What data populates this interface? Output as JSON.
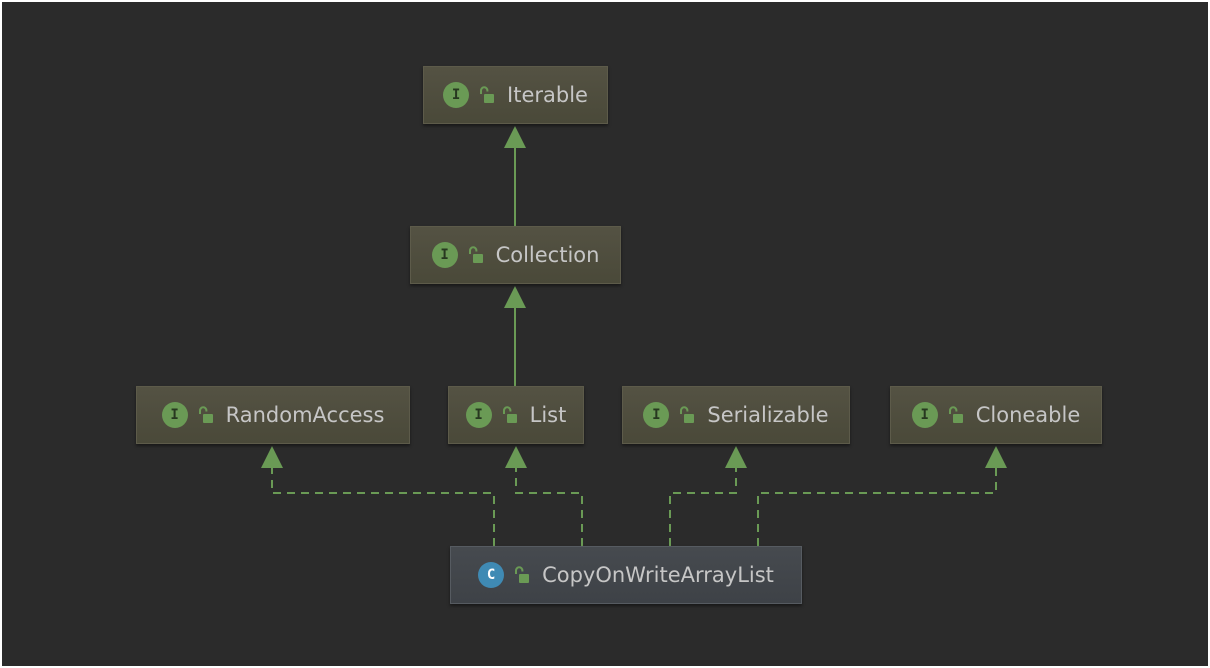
{
  "diagram": {
    "nodes": [
      {
        "id": "iterable",
        "label": "Iterable",
        "kind": "interface",
        "kind_letter": "I"
      },
      {
        "id": "collection",
        "label": "Collection",
        "kind": "interface",
        "kind_letter": "I"
      },
      {
        "id": "random_access",
        "label": "RandomAccess",
        "kind": "interface",
        "kind_letter": "I"
      },
      {
        "id": "list",
        "label": "List",
        "kind": "interface",
        "kind_letter": "I"
      },
      {
        "id": "serializable",
        "label": "Serializable",
        "kind": "interface",
        "kind_letter": "I"
      },
      {
        "id": "cloneable",
        "label": "Cloneable",
        "kind": "interface",
        "kind_letter": "I"
      },
      {
        "id": "copy_on_write_array_list",
        "label": "CopyOnWriteArrayList",
        "kind": "class",
        "kind_letter": "C"
      }
    ],
    "edges": [
      {
        "from": "collection",
        "to": "iterable",
        "type": "extends"
      },
      {
        "from": "list",
        "to": "collection",
        "type": "extends"
      },
      {
        "from": "copy_on_write_array_list",
        "to": "random_access",
        "type": "implements"
      },
      {
        "from": "copy_on_write_array_list",
        "to": "list",
        "type": "implements"
      },
      {
        "from": "copy_on_write_array_list",
        "to": "serializable",
        "type": "implements"
      },
      {
        "from": "copy_on_write_array_list",
        "to": "cloneable",
        "type": "implements"
      }
    ],
    "colors": {
      "background": "#2b2b2b",
      "interface_box": "#4f4e3f",
      "class_box": "#42464b",
      "edge": "#6a9a55",
      "interface_icon": "#6a9a55",
      "class_icon": "#3f8ab4",
      "lock_icon": "#6a9a55",
      "text": "#c6c6c6"
    },
    "icons": {
      "interface": "interface-icon",
      "class": "class-icon",
      "visibility": "unlocked-padlock-icon"
    }
  }
}
